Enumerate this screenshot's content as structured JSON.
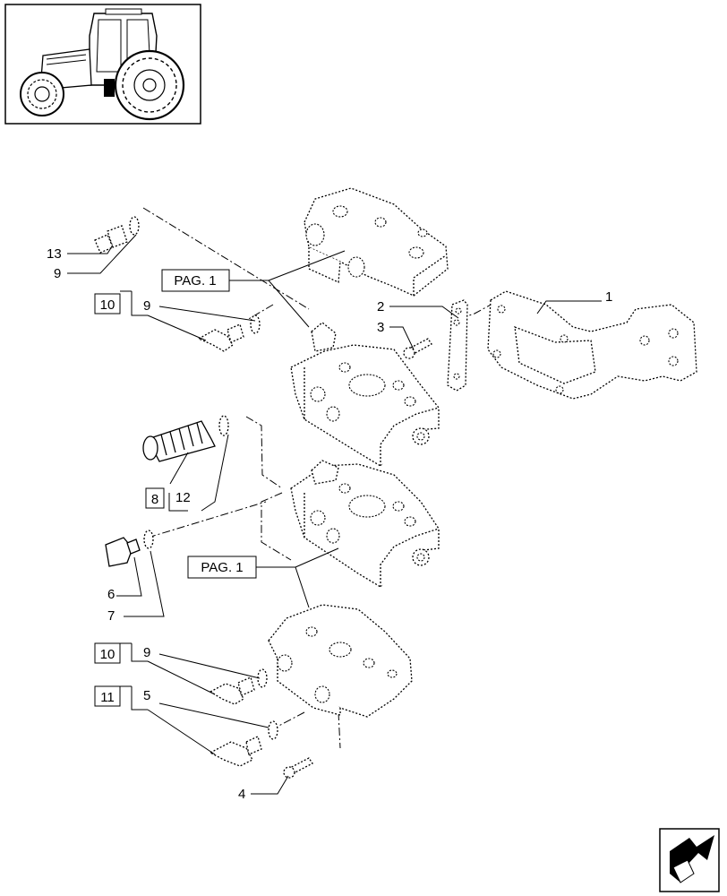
{
  "callouts": {
    "c1": "1",
    "c2": "2",
    "c3": "3",
    "c4": "4",
    "c5": "5",
    "c6": "6",
    "c7": "7",
    "c9a": "9",
    "c9b": "9",
    "c9c": "9",
    "c12": "12",
    "c13": "13"
  },
  "reference_boxes": {
    "box10a": "10",
    "box10b": "10",
    "box8": "8",
    "box11": "11"
  },
  "page_refs": {
    "top": "PAG. 1",
    "middle": "PAG. 1"
  }
}
